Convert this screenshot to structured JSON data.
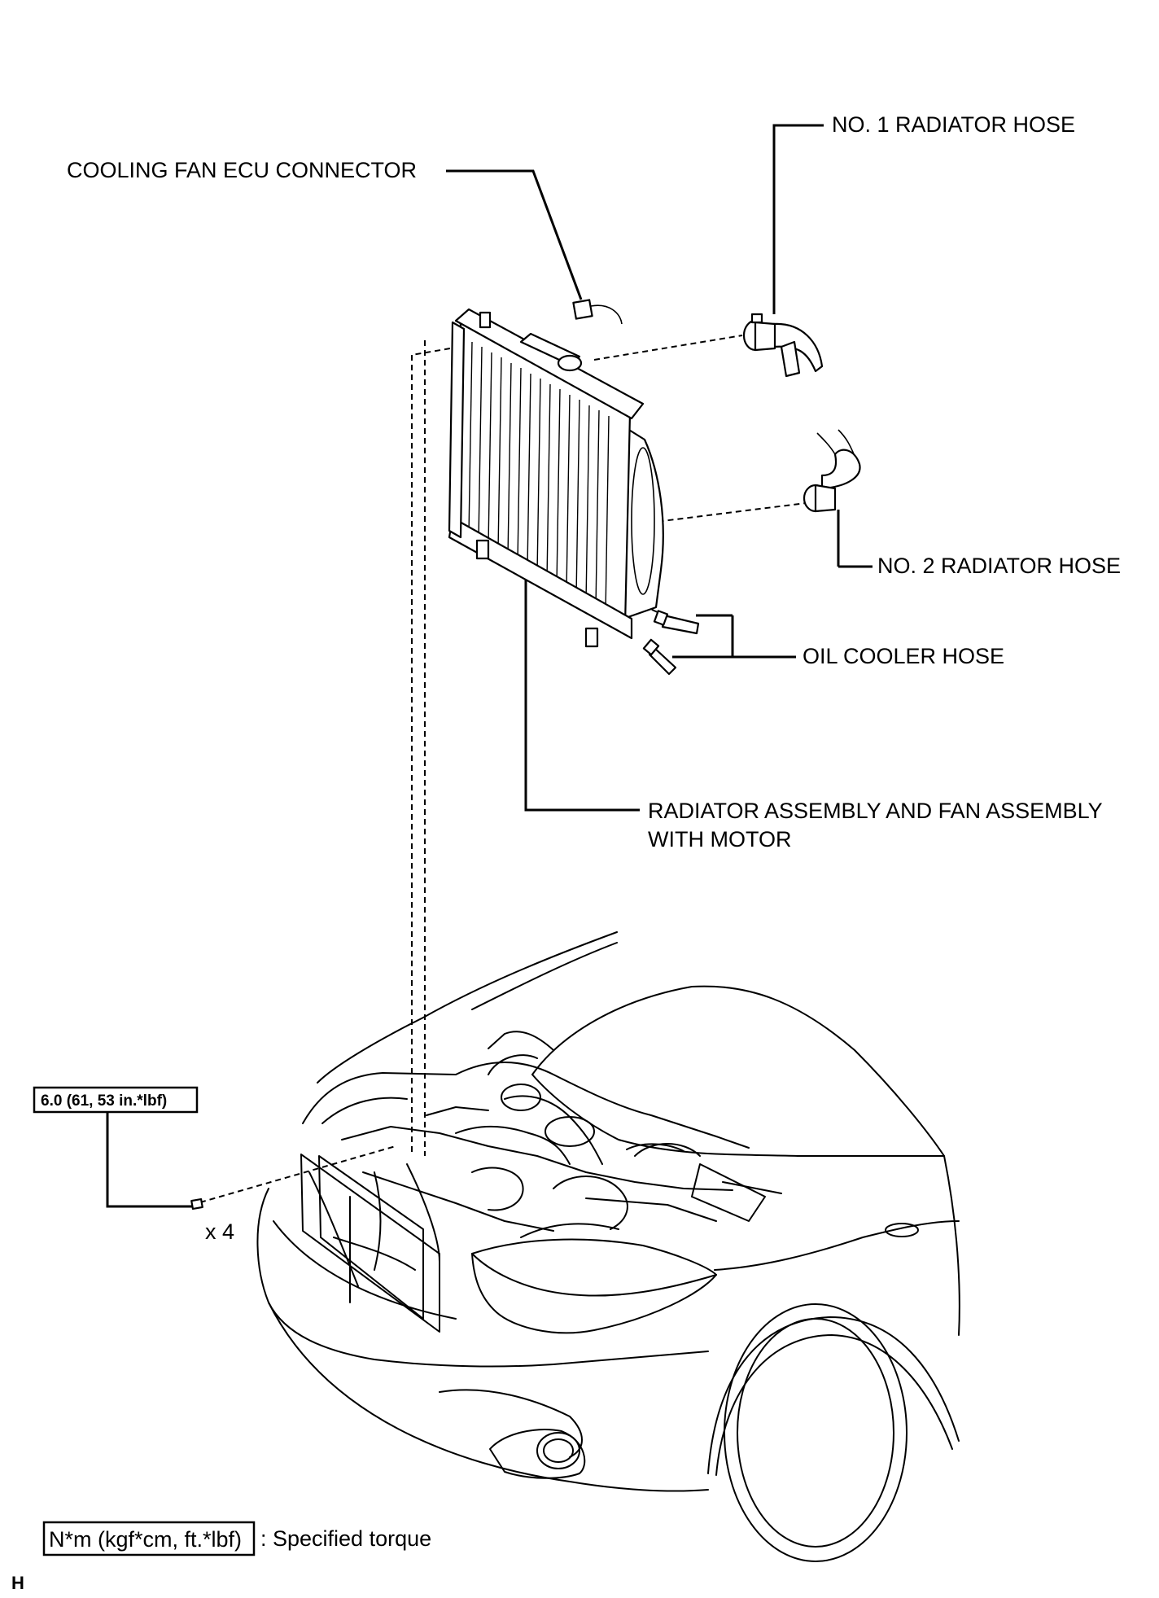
{
  "labels": {
    "cooling_fan_ecu_connector": "COOLING FAN ECU CONNECTOR",
    "no1_radiator_hose": "NO. 1 RADIATOR HOSE",
    "no2_radiator_hose": "NO. 2 RADIATOR HOSE",
    "oil_cooler_hose": "OIL COOLER HOSE",
    "radiator_assembly_line1": "RADIATOR ASSEMBLY AND FAN ASSEMBLY",
    "radiator_assembly_line2": "WITH MOTOR"
  },
  "torque": {
    "value": "6.0 (61, 53 in.*lbf)",
    "quantity": "x 4"
  },
  "legend": {
    "box_text": "N*m (kgf*cm, ft.*lbf)",
    "description": ": Specified torque"
  },
  "corner_mark": "H",
  "icons": [
    "radiator-assembly-icon",
    "fan-shroud-icon",
    "upper-radiator-hose-icon",
    "lower-radiator-hose-icon",
    "oil-cooler-hose-icon",
    "connector-icon",
    "bolt-icon",
    "vehicle-front-icon"
  ]
}
